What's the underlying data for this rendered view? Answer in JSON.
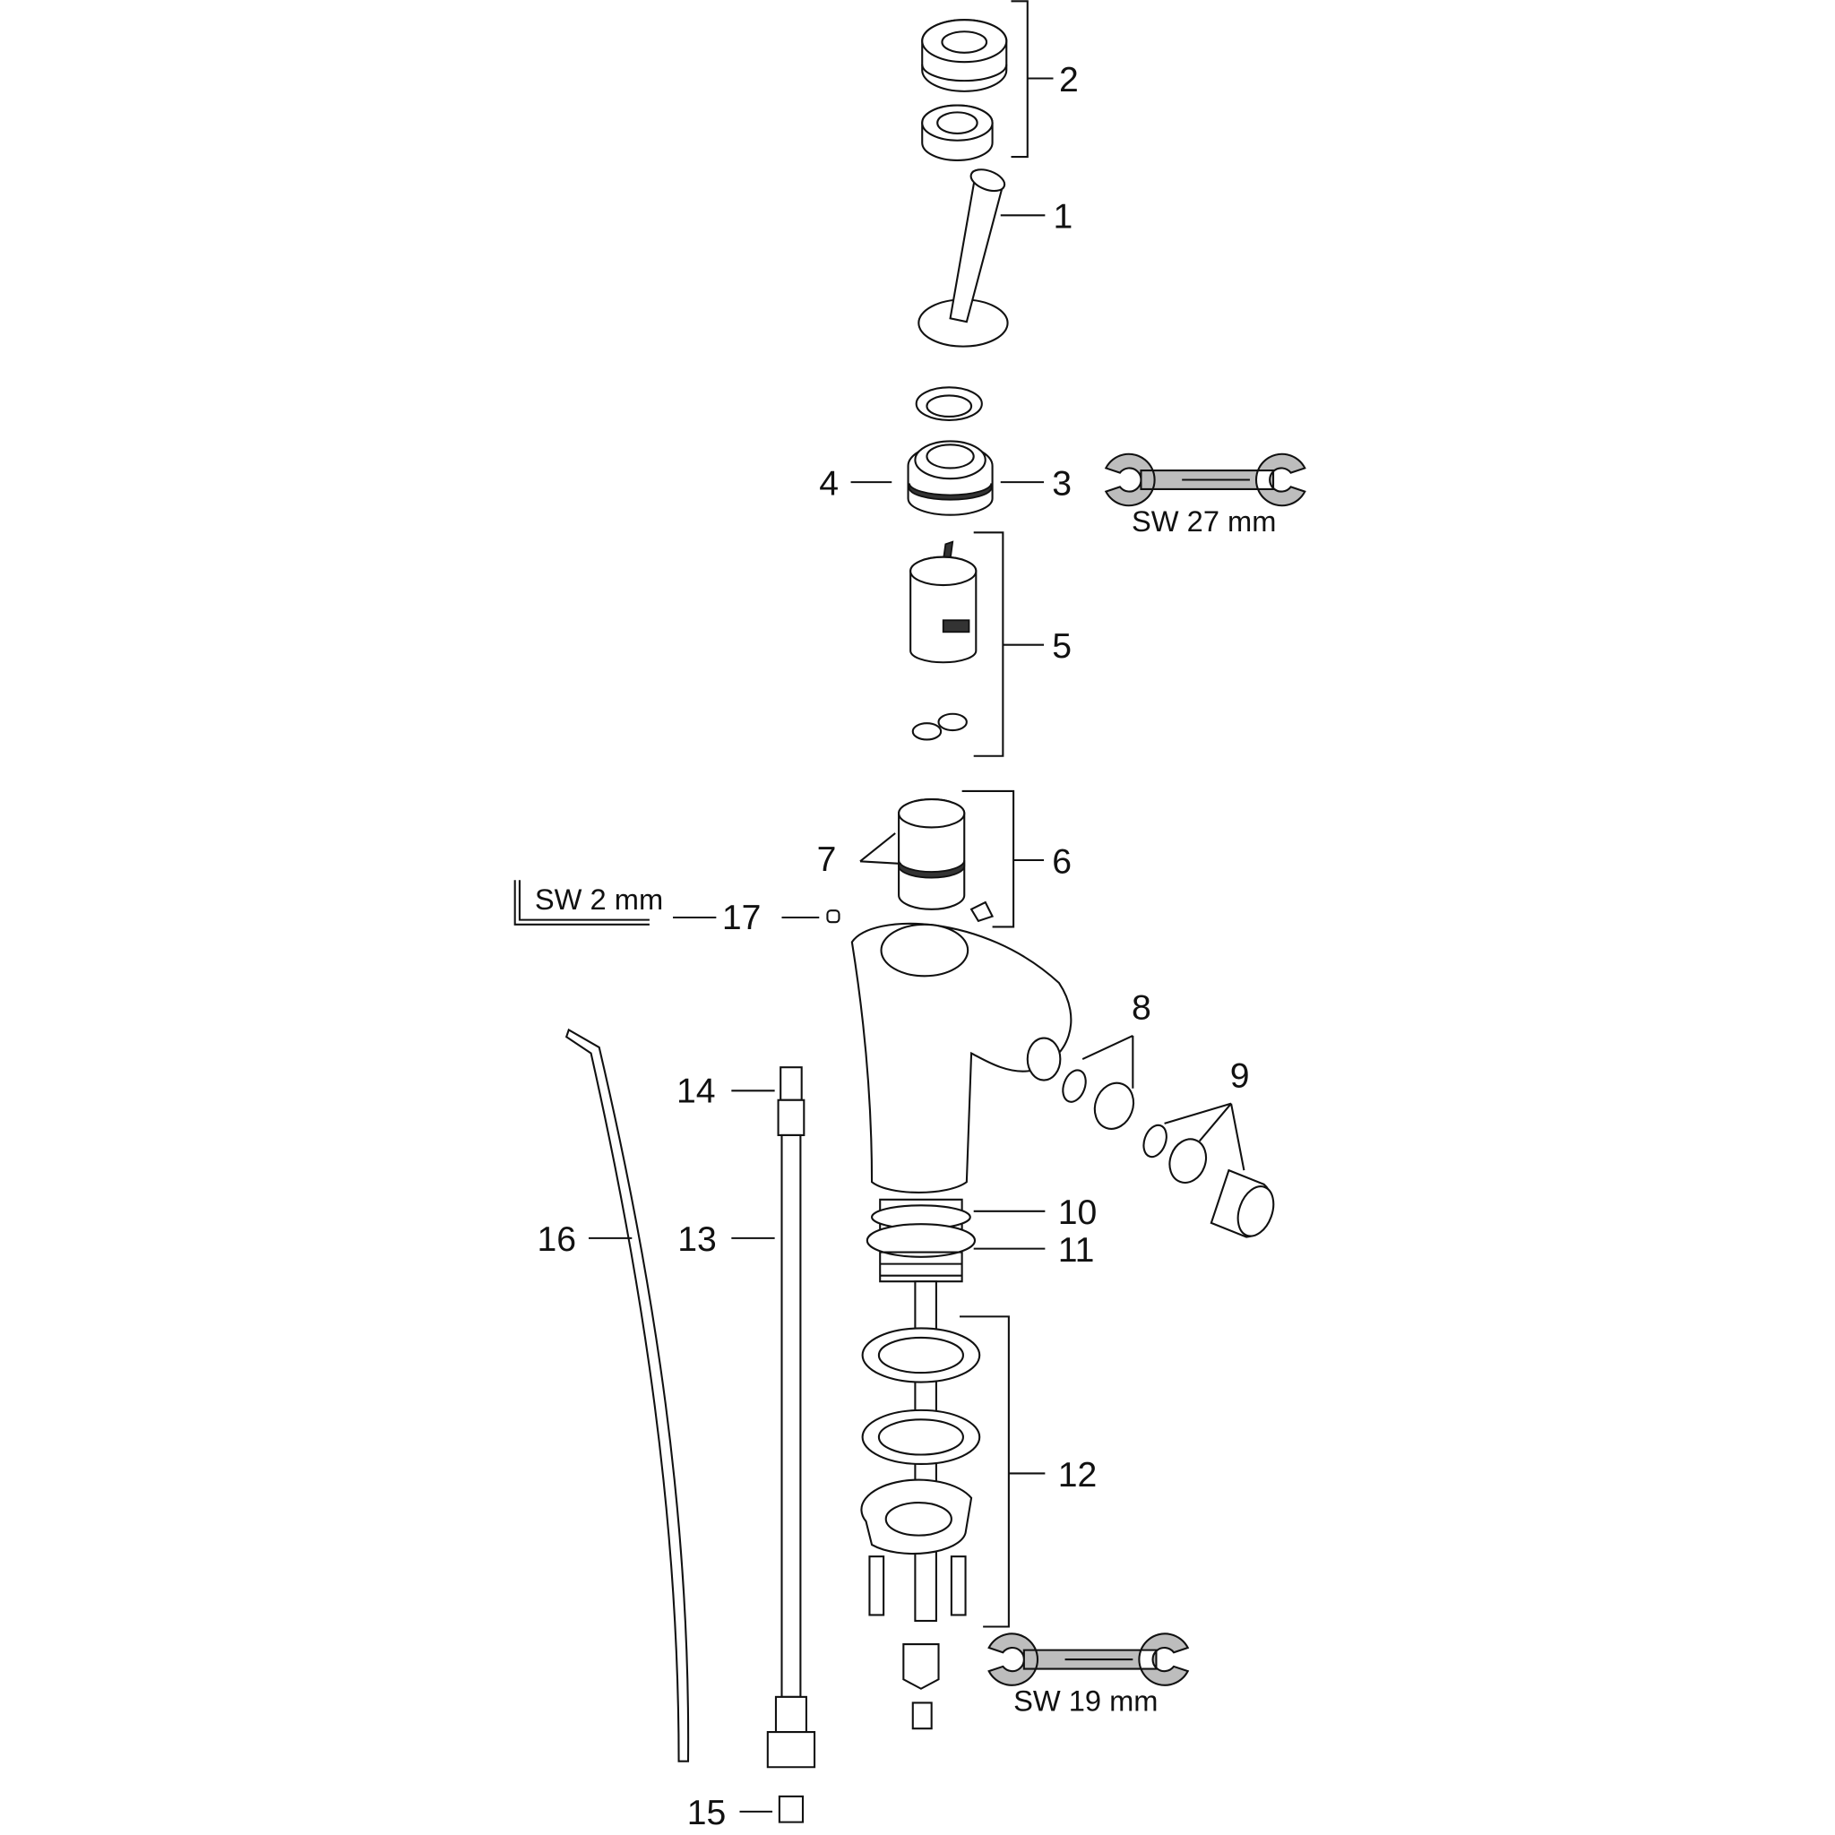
{
  "title": "Exploded parts diagram - bidet mixer",
  "parts": [
    {
      "id": "1",
      "label": "1"
    },
    {
      "id": "2",
      "label": "2"
    },
    {
      "id": "3",
      "label": "3"
    },
    {
      "id": "4",
      "label": "4"
    },
    {
      "id": "5",
      "label": "5"
    },
    {
      "id": "6",
      "label": "6"
    },
    {
      "id": "7",
      "label": "7"
    },
    {
      "id": "8",
      "label": "8"
    },
    {
      "id": "9",
      "label": "9"
    },
    {
      "id": "10",
      "label": "10"
    },
    {
      "id": "11",
      "label": "11"
    },
    {
      "id": "12",
      "label": "12"
    },
    {
      "id": "13",
      "label": "13"
    },
    {
      "id": "14",
      "label": "14"
    },
    {
      "id": "15",
      "label": "15"
    },
    {
      "id": "16",
      "label": "16"
    },
    {
      "id": "17",
      "label": "17"
    }
  ],
  "tools": {
    "wrench_27": "SW 27 mm",
    "hex_key_2": "SW 2 mm",
    "wrench_19": "SW 19 mm"
  },
  "colors": {
    "line": "#111111",
    "tool_fill": "#bdbdbd"
  }
}
